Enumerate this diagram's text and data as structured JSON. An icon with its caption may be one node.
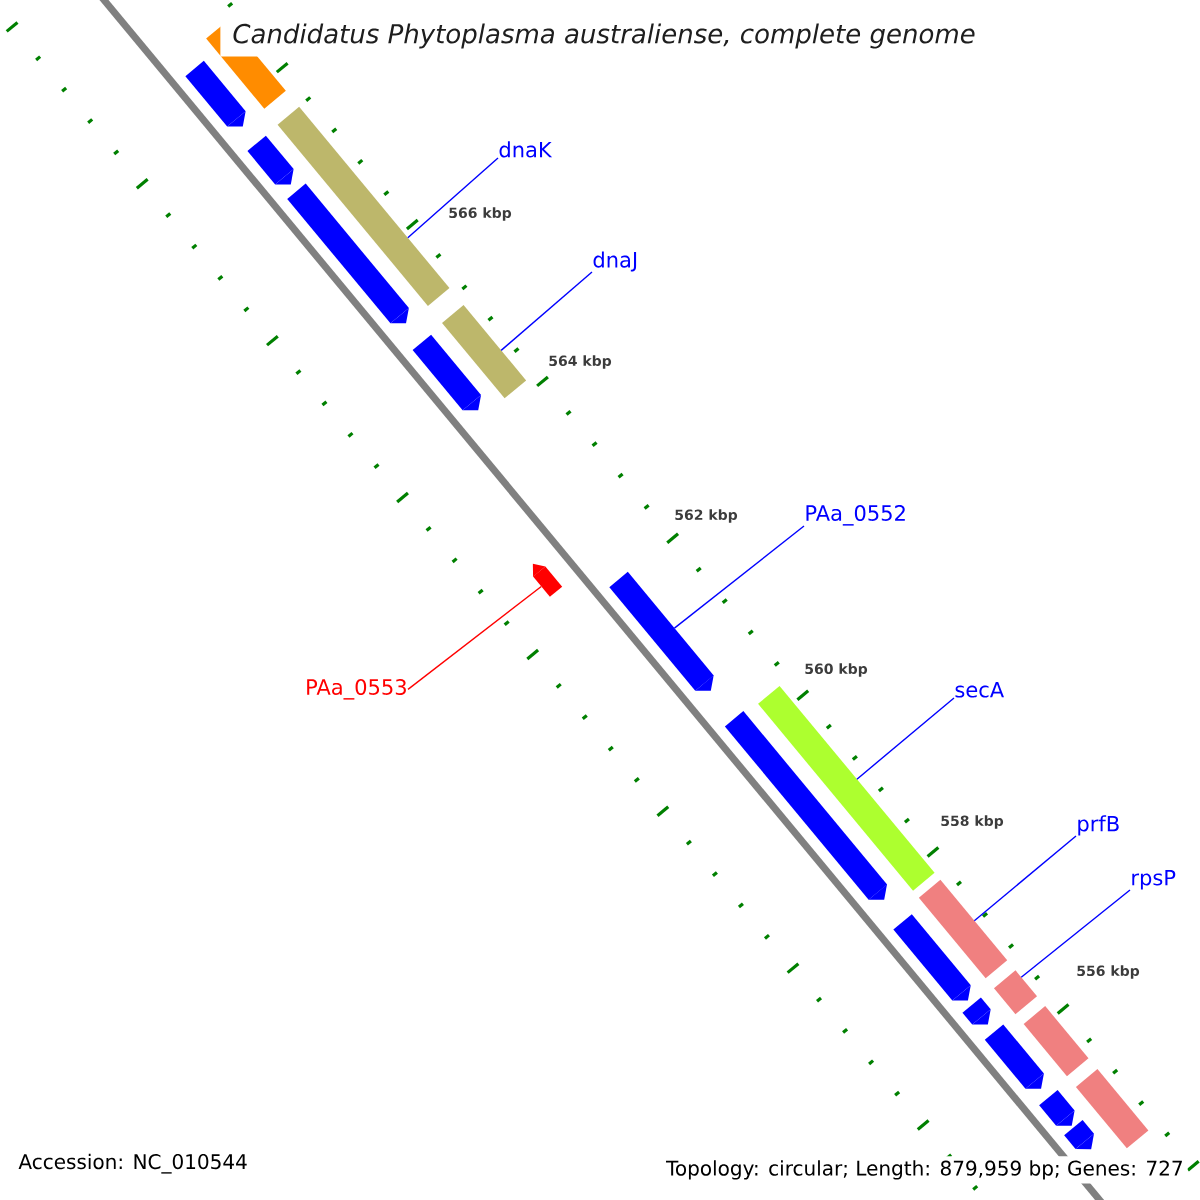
{
  "diagram": {
    "title": "Candidatus Phytoplasma australiense, complete genome",
    "nodes": [
      {
        "text": [],
        "shape": "arrow"
      },
      {
        "text": [],
        "shape": "bar"
      },
      {
        "text": [],
        "shape": "arrow"
      },
      {
        "text": [
          "dnaK"
        ]
      },
      {
        "text": [],
        "shape": "bar"
      },
      {
        "text": [],
        "shape": "arrow"
      },
      {
        "text": [
          "dnaJ"
        ]
      },
      {
        "text": [],
        "shape": "bar"
      },
      {
        "text": [],
        "shape": "arrow"
      },
      {
        "text": [
          "PAa_0553"
        ]
      },
      {
        "text": [],
        "shape": "arrow"
      },
      {
        "text": [
          "PAa_0552"
        ]
      },
      {
        "text": [],
        "shape": "arrow"
      },
      {
        "text": [
          "secA"
        ]
      },
      {
        "text": [],
        "shape": "bar"
      },
      {
        "text": [],
        "shape": "arrow"
      },
      {
        "text": [
          "prfB"
        ]
      },
      {
        "text": [],
        "shape": "bar"
      },
      {
        "text": [],
        "shape": "arrow"
      },
      {
        "text": [
          "rpsP"
        ]
      },
      {
        "text": [],
        "shape": "bar"
      },
      {
        "text": [],
        "shape": "arrow"
      },
      {
        "text": [],
        "shape": "arrow"
      },
      {
        "text": [],
        "shape": "bar"
      },
      {
        "text": [],
        "shape": "arrow"
      },
      {
        "text": [],
        "shape": "bar"
      },
      {
        "text": [],
        "shape": "arrow"
      }
    ],
    "edges": [
      {
        "from": 3,
        "to": 4,
        "arrow": "none"
      },
      {
        "from": 6,
        "to": 7,
        "arrow": "none"
      },
      {
        "from": 11,
        "to": 12,
        "arrow": "none"
      },
      {
        "from": 9,
        "to": 10,
        "arrow": "none",
        "color": "#ff0000"
      },
      {
        "from": 13,
        "to": 14,
        "arrow": "none"
      },
      {
        "from": 16,
        "to": 17,
        "arrow": "none"
      },
      {
        "from": 19,
        "to": 20,
        "arrow": "none"
      }
    ],
    "labels": [
      "566 kbp",
      "564 kbp",
      "562 kbp",
      "560 kbp",
      "558 kbp",
      "556 kbp",
      "Accession: NC_010544",
      "Topology: circular; Length: 879,959 bp; Genes: 727"
    ]
  }
}
